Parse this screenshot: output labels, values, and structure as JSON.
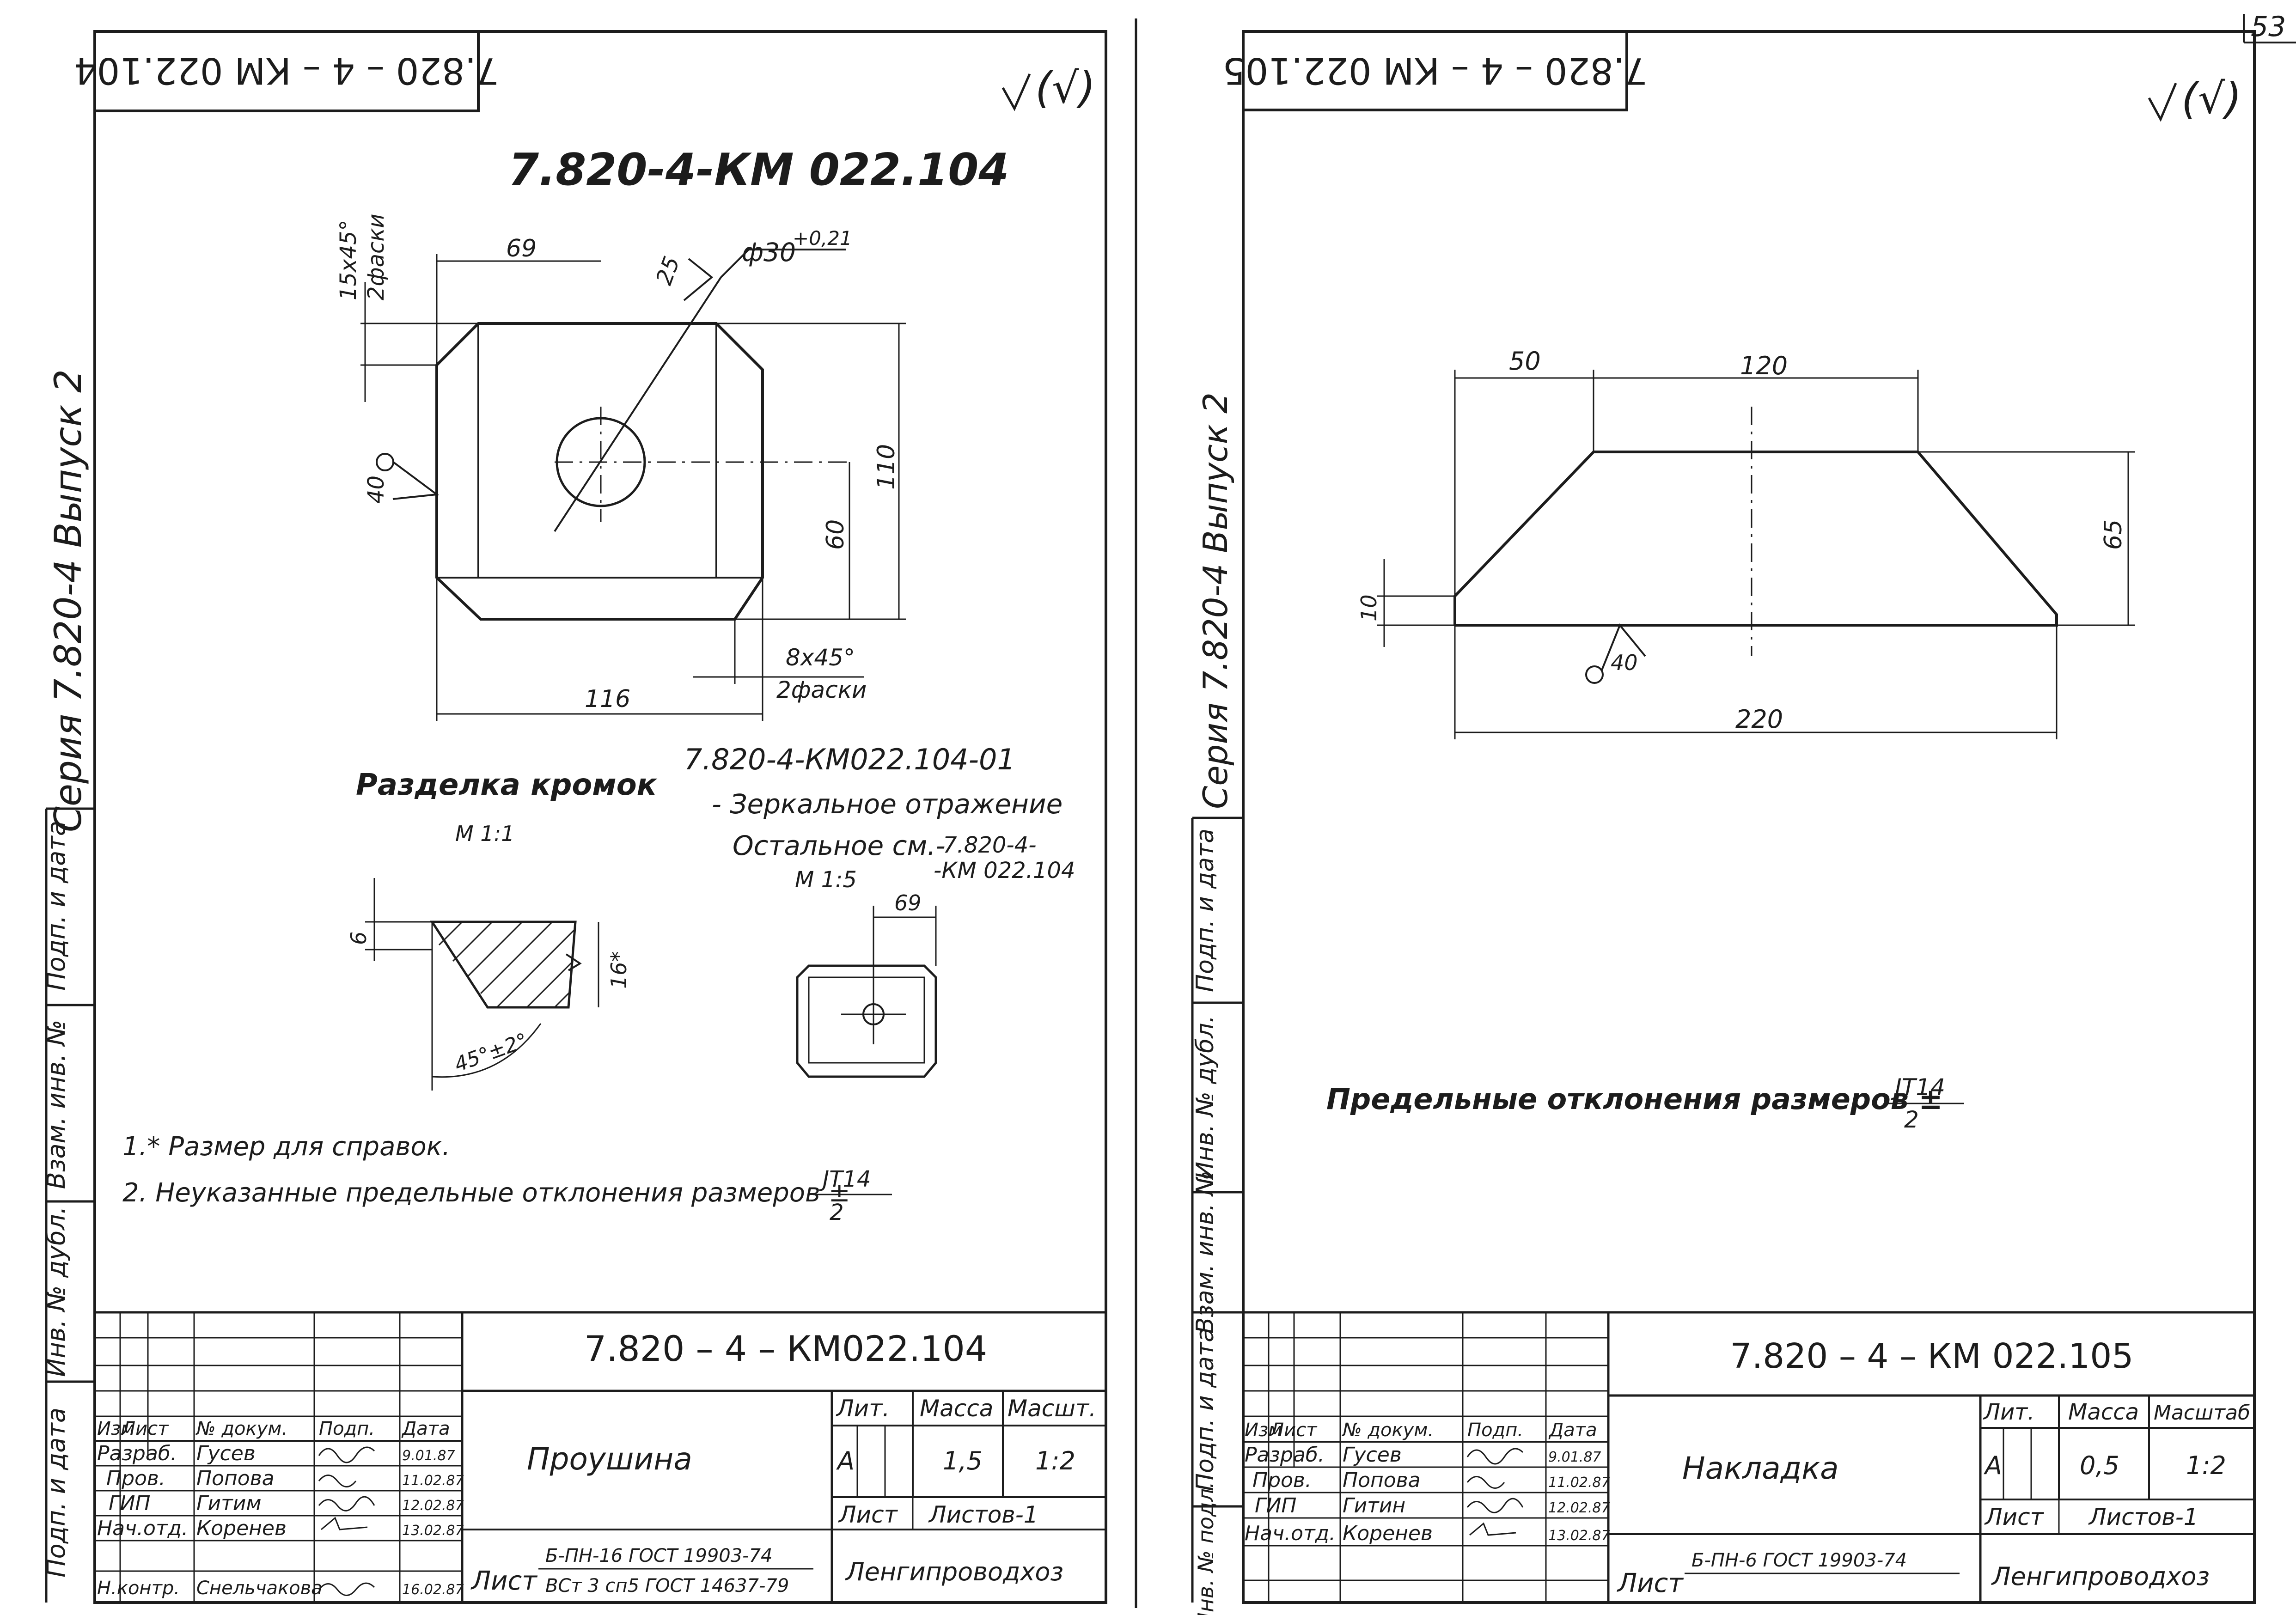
{
  "page_number": "53",
  "left_sheet": {
    "side_label": "Серия 7.820-4  Выпуск 2",
    "side_fields": [
      "Подп. и дата",
      "Взам. инв. №",
      "Инв. № дубл.",
      "Подп. и дата"
    ],
    "stamp_top": "7.820 – 4 – КМ 022.104",
    "roughness": "(√)",
    "drawing_title": "7.820-4-КМ 022.104",
    "dims": {
      "chamfer_top": "15x45°",
      "chamfer_top_qty": "2фаски",
      "top_width": "69",
      "hole_dia": "ф30",
      "hole_tol": "+0,21",
      "weld_top": "25",
      "weld_left": "40",
      "height": "110",
      "hole_offset": "60",
      "chamfer_bottom": "8x45°",
      "chamfer_bottom_qty": "2фаски",
      "bottom_width": "116"
    },
    "mirror_ref": "7.820-4-КМ022.104-01",
    "mirror_note": "- Зеркальное отражение",
    "rest_note": "Остальное см.-",
    "rest_ref_1": "7.820-4-",
    "rest_ref_2": "-КМ 022.104",
    "scale_small": "М 1:5",
    "small_dim": "69",
    "edge_prep_title": "Разделка кромок",
    "edge_prep_scale": "М 1:1",
    "edge_dims": {
      "thickness": "6",
      "depth": "16*",
      "angle": "45°±2°"
    },
    "notes": [
      "1.* Размер для справок.",
      "2. Неуказанные предельные отклонения размеров ±"
    ],
    "tolerance_num": "JT14",
    "tolerance_den": "2",
    "title_block": {
      "designation": "7.820 – 4 – КМ022.104",
      "part_name": "Проушина",
      "headers": {
        "izm": "Изм",
        "list": "Лист",
        "doc": "№ докум.",
        "sign": "Подп.",
        "date": "Дата"
      },
      "roles": [
        {
          "role": "Разраб.",
          "name": "Гусев",
          "date": "9.01.87"
        },
        {
          "role": "Пров.",
          "name": "Попова",
          "date": "11.02.87"
        },
        {
          "role": "ГИП",
          "name": "Гитим",
          "date": "12.02.87"
        },
        {
          "role": "Нач.отд.",
          "name": "Коренев",
          "date": "13.02.87"
        },
        {
          "role": "Н.контр.",
          "name": "Снельчакова",
          "date": "16.02.87"
        }
      ],
      "lit_label": "Лит.",
      "mass_label": "Масса",
      "scale_label": "Масшт.",
      "lit": "А",
      "mass": "1,5",
      "scale": "1:2",
      "sheet_label": "Лист",
      "sheets_label": "Листов-1",
      "material_prefix": "Лист",
      "material_top": "Б-ПН-16 ГОСТ 19903-74",
      "material_bottom": "ВСт 3 сп5 ГОСТ 14637-79",
      "org": "Ленгипроводхоз"
    }
  },
  "right_sheet": {
    "side_label": "Серия 7.820-4  Выпуск 2",
    "side_fields": [
      "Подп. и дата",
      "Инв. № дубл.",
      "Взам. инв. №",
      "Подп. и дата",
      "Инв. № подл."
    ],
    "stamp_top": "7.820 – 4 – КМ 022.105",
    "roughness": "(√)",
    "dims": {
      "left": "50",
      "top": "120",
      "height": "65",
      "edge": "10",
      "weld": "40",
      "bottom": "220"
    },
    "tolerance_text": "Предельные отклонения размеров ±",
    "tolerance_num": "JT14",
    "tolerance_den": "2",
    "title_block": {
      "designation": "7.820 – 4 – КМ 022.105",
      "part_name": "Накладка",
      "headers": {
        "izm": "Изм",
        "list": "Лист",
        "doc": "№ докум.",
        "sign": "Подп.",
        "date": "Дата"
      },
      "roles": [
        {
          "role": "Разраб.",
          "name": "Гусев",
          "date": "9.01.87"
        },
        {
          "role": "Пров.",
          "name": "Попова",
          "date": "11.02.87"
        },
        {
          "role": "ГИП",
          "name": "Гитин",
          "date": "12.02.87"
        },
        {
          "role": "Нач.отд.",
          "name": "Коренев",
          "date": "13.02.87"
        }
      ],
      "lit_label": "Лит.",
      "mass_label": "Масса",
      "scale_label": "Масштаб",
      "lit": "А",
      "mass": "0,5",
      "scale": "1:2",
      "sheet_label": "Лист",
      "sheets_label": "Листов-1",
      "material_prefix": "Лист",
      "material_top": "Б-ПН-6 ГОСТ 19903-74",
      "org": "Ленгипроводхоз"
    }
  }
}
